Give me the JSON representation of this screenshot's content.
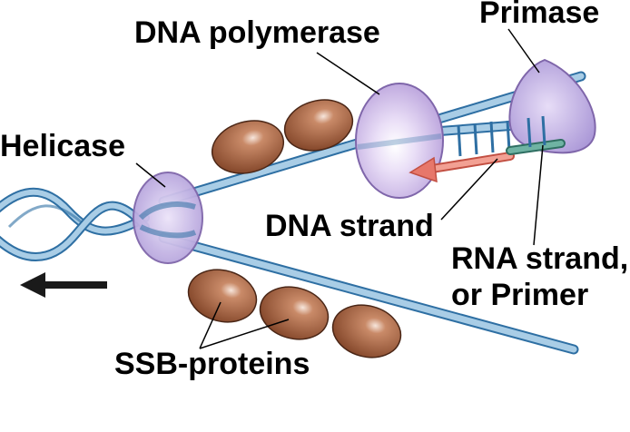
{
  "labels": {
    "helicase": "Helicase",
    "dna_polymerase": "DNA polymerase",
    "primase": "Primase",
    "dna_strand": "DNA strand",
    "rna_strand_line1": "RNA strand,",
    "rna_strand_line2": "or Primer",
    "ssb_proteins": "SSB-proteins"
  },
  "colors": {
    "strand_fill": "#a9cde6",
    "strand_edge": "#2e6fa3",
    "enzyme_fill": "#c9b6e6",
    "enzyme_edge": "#7f66aa",
    "ssb_fill": "#8a4a2c",
    "ssb_edge": "#4a2616",
    "new_strand": "#e7776a",
    "primer": "#3f8a7a",
    "arrow": "#1a1a1a"
  }
}
